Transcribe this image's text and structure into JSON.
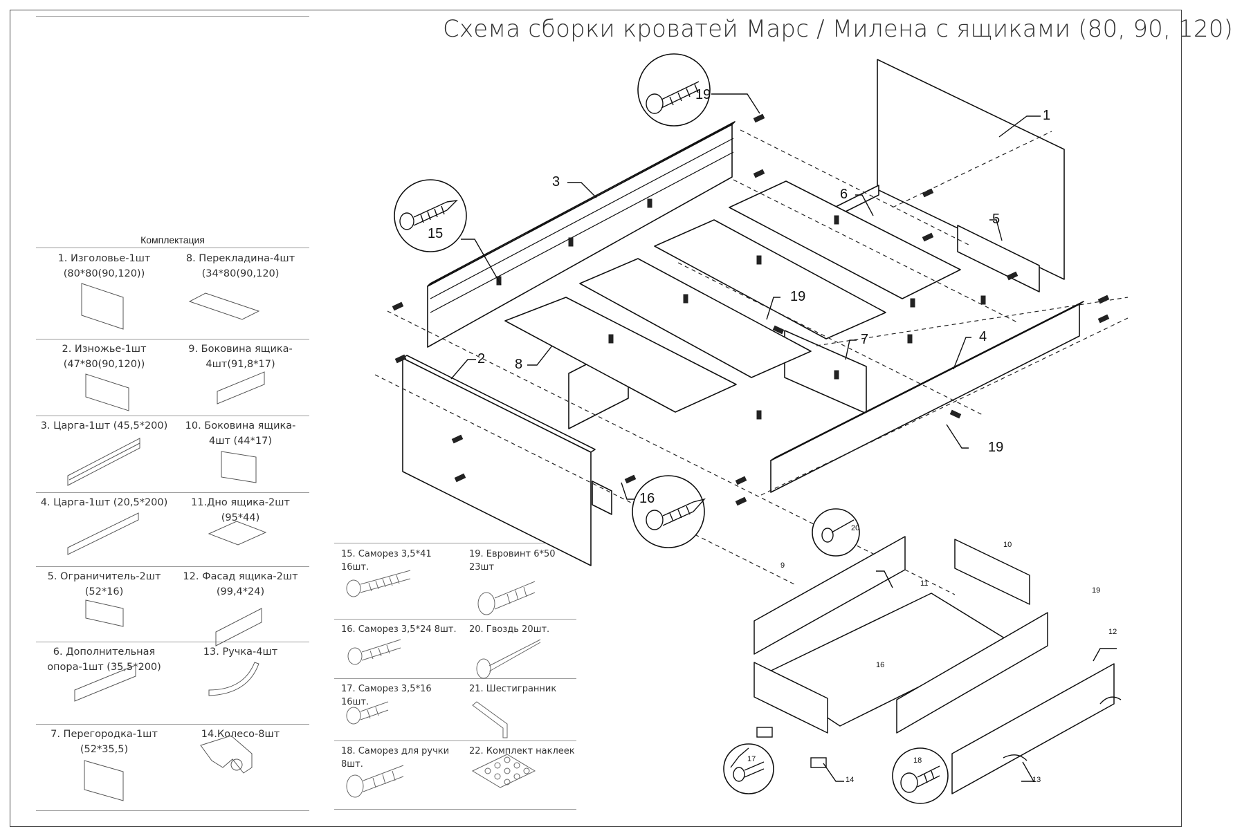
{
  "title": "Схема сборки кроватей Марс / Милена с ящиками (80, 90, 120)",
  "kit": {
    "heading": "Комплектация",
    "rows": [
      {
        "left": {
          "l1": "1. Изголовье-1шт",
          "l2": "(80*80(90,120))"
        },
        "right": {
          "l1": "8. Перекладина-4шт",
          "l2": "(34*80(90,120)"
        }
      },
      {
        "left": {
          "l1": "2. Изножье-1шт",
          "l2": "(47*80(90,120))"
        },
        "right": {
          "l1": "9. Боковина ящика-",
          "l2": "4шт(91,8*17)"
        }
      },
      {
        "left": {
          "l1": "3. Царга-1шт (45,5*200)",
          "l2": ""
        },
        "right": {
          "l1": "10. Боковина ящика-",
          "l2": "4шт (44*17)"
        }
      },
      {
        "left": {
          "l1": "4. Царга-1шт (20,5*200)",
          "l2": ""
        },
        "right": {
          "l1": "11.Дно ящика-2шт",
          "l2": "(95*44)"
        }
      },
      {
        "left": {
          "l1": "5. Ограничитель-2шт",
          "l2": "(52*16)"
        },
        "right": {
          "l1": "12. Фасад ящика-2шт",
          "l2": "(99,4*24)"
        }
      },
      {
        "left": {
          "l1": "6. Дополнительная",
          "l2": "опора-1шт (35,5*200)"
        },
        "right": {
          "l1": "13. Ручка-4шт",
          "l2": ""
        }
      },
      {
        "left": {
          "l1": "7. Перегородка-1шт",
          "l2": "(52*35,5)"
        },
        "right": {
          "l1": "14.Колесо-8шт",
          "l2": ""
        }
      }
    ]
  },
  "fasteners": [
    {
      "left": {
        "l1": "15. Саморез 3,5*41 16шт.",
        "l2": ""
      },
      "right": {
        "l1": "19.  Евровинт 6*50",
        "l2": "23шт"
      }
    },
    {
      "left": {
        "l1": "16. Саморез 3,5*24 8шт.",
        "l2": ""
      },
      "right": {
        "l1": "20. Гвоздь 20шт.",
        "l2": ""
      }
    },
    {
      "left": {
        "l1": "17.  Саморез 3,5*16 16шт.",
        "l2": ""
      },
      "right": {
        "l1": "21. Шестигранник",
        "l2": ""
      }
    },
    {
      "left": {
        "l1": "18. Саморез для ручки",
        "l2": "8шт."
      },
      "right": {
        "l1": "22. Комплект наклеек",
        "l2": ""
      }
    }
  ],
  "callouts": {
    "c1": "1",
    "c2": "2",
    "c3": "3",
    "c4": "4",
    "c5": "5",
    "c6": "6",
    "c7": "7",
    "c8": "8",
    "c15": "15",
    "c16": "16",
    "c19a": "19",
    "c19b": "19",
    "c19c": "19",
    "d9": "9",
    "d10": "10",
    "d11": "11",
    "d12": "12",
    "d13": "13",
    "d14": "14",
    "d16": "16",
    "d17": "17",
    "d18": "18",
    "d19": "19",
    "d20": "20"
  }
}
